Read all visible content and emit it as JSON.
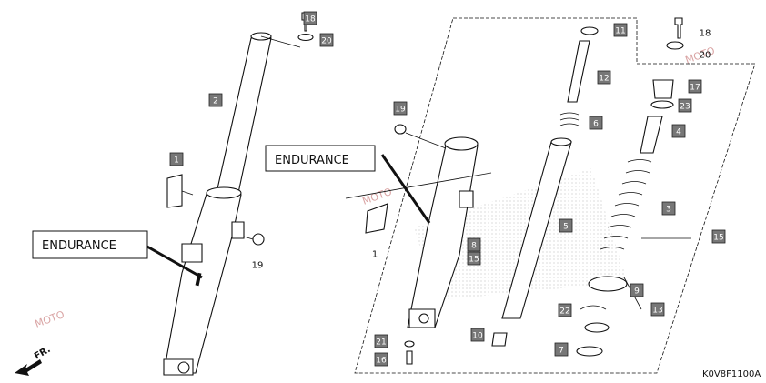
{
  "diagram": {
    "code": "K0V8F1100A",
    "direction_label": "FR.",
    "endurance_label": "ENDURANCE",
    "watermark_text": "MOTO",
    "callouts": [
      {
        "id": "c18a",
        "text": "18",
        "boxed": true
      },
      {
        "id": "c20a",
        "text": "20",
        "boxed": true
      },
      {
        "id": "c2",
        "text": "2",
        "boxed": true
      },
      {
        "id": "c1a",
        "text": "1",
        "boxed": true
      },
      {
        "id": "c19a",
        "text": "19",
        "boxed": false
      },
      {
        "id": "c19b",
        "text": "19",
        "boxed": true
      },
      {
        "id": "c1b",
        "text": "1",
        "boxed": false
      },
      {
        "id": "c8",
        "text": "8",
        "boxed": true
      },
      {
        "id": "c15a",
        "text": "15",
        "boxed": true
      },
      {
        "id": "c21",
        "text": "21",
        "boxed": true
      },
      {
        "id": "c16",
        "text": "16",
        "boxed": true
      },
      {
        "id": "c10",
        "text": "10",
        "boxed": true
      },
      {
        "id": "c11",
        "text": "11",
        "boxed": true
      },
      {
        "id": "c12",
        "text": "12",
        "boxed": true
      },
      {
        "id": "c6",
        "text": "6",
        "boxed": true
      },
      {
        "id": "c5",
        "text": "5",
        "boxed": true
      },
      {
        "id": "c18b",
        "text": "18",
        "boxed": false
      },
      {
        "id": "c20b",
        "text": "20",
        "boxed": false
      },
      {
        "id": "c17",
        "text": "17",
        "boxed": true
      },
      {
        "id": "c23",
        "text": "23",
        "boxed": true
      },
      {
        "id": "c4",
        "text": "4",
        "boxed": true
      },
      {
        "id": "c3",
        "text": "3",
        "boxed": true
      },
      {
        "id": "c15b",
        "text": "15",
        "boxed": true
      },
      {
        "id": "c9",
        "text": "9",
        "boxed": true
      },
      {
        "id": "c22",
        "text": "22",
        "boxed": true
      },
      {
        "id": "c13",
        "text": "13",
        "boxed": true
      },
      {
        "id": "c7",
        "text": "7",
        "boxed": true
      }
    ]
  }
}
